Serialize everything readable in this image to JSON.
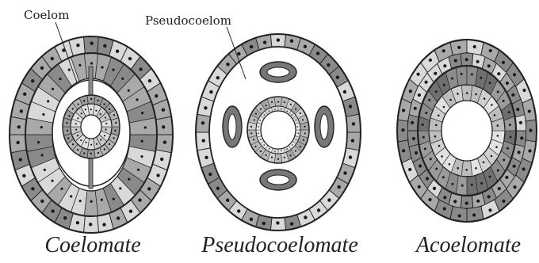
{
  "diagram": {
    "labels": {
      "coelom": "Coelom",
      "pseudocoelom": "Pseudocoelom"
    },
    "captions": {
      "coelomate": "Coelomate",
      "pseudocoelomate": "Pseudocoelomate",
      "acoelomate": "Acoelomate"
    },
    "colors": {
      "outline": "#222222",
      "cell_light": "#d9d9d9",
      "cell_mid": "#a9a9a9",
      "cell_dark": "#8a8a8a",
      "nucleus": "#1a1a1a",
      "cavity": "#ffffff"
    }
  }
}
